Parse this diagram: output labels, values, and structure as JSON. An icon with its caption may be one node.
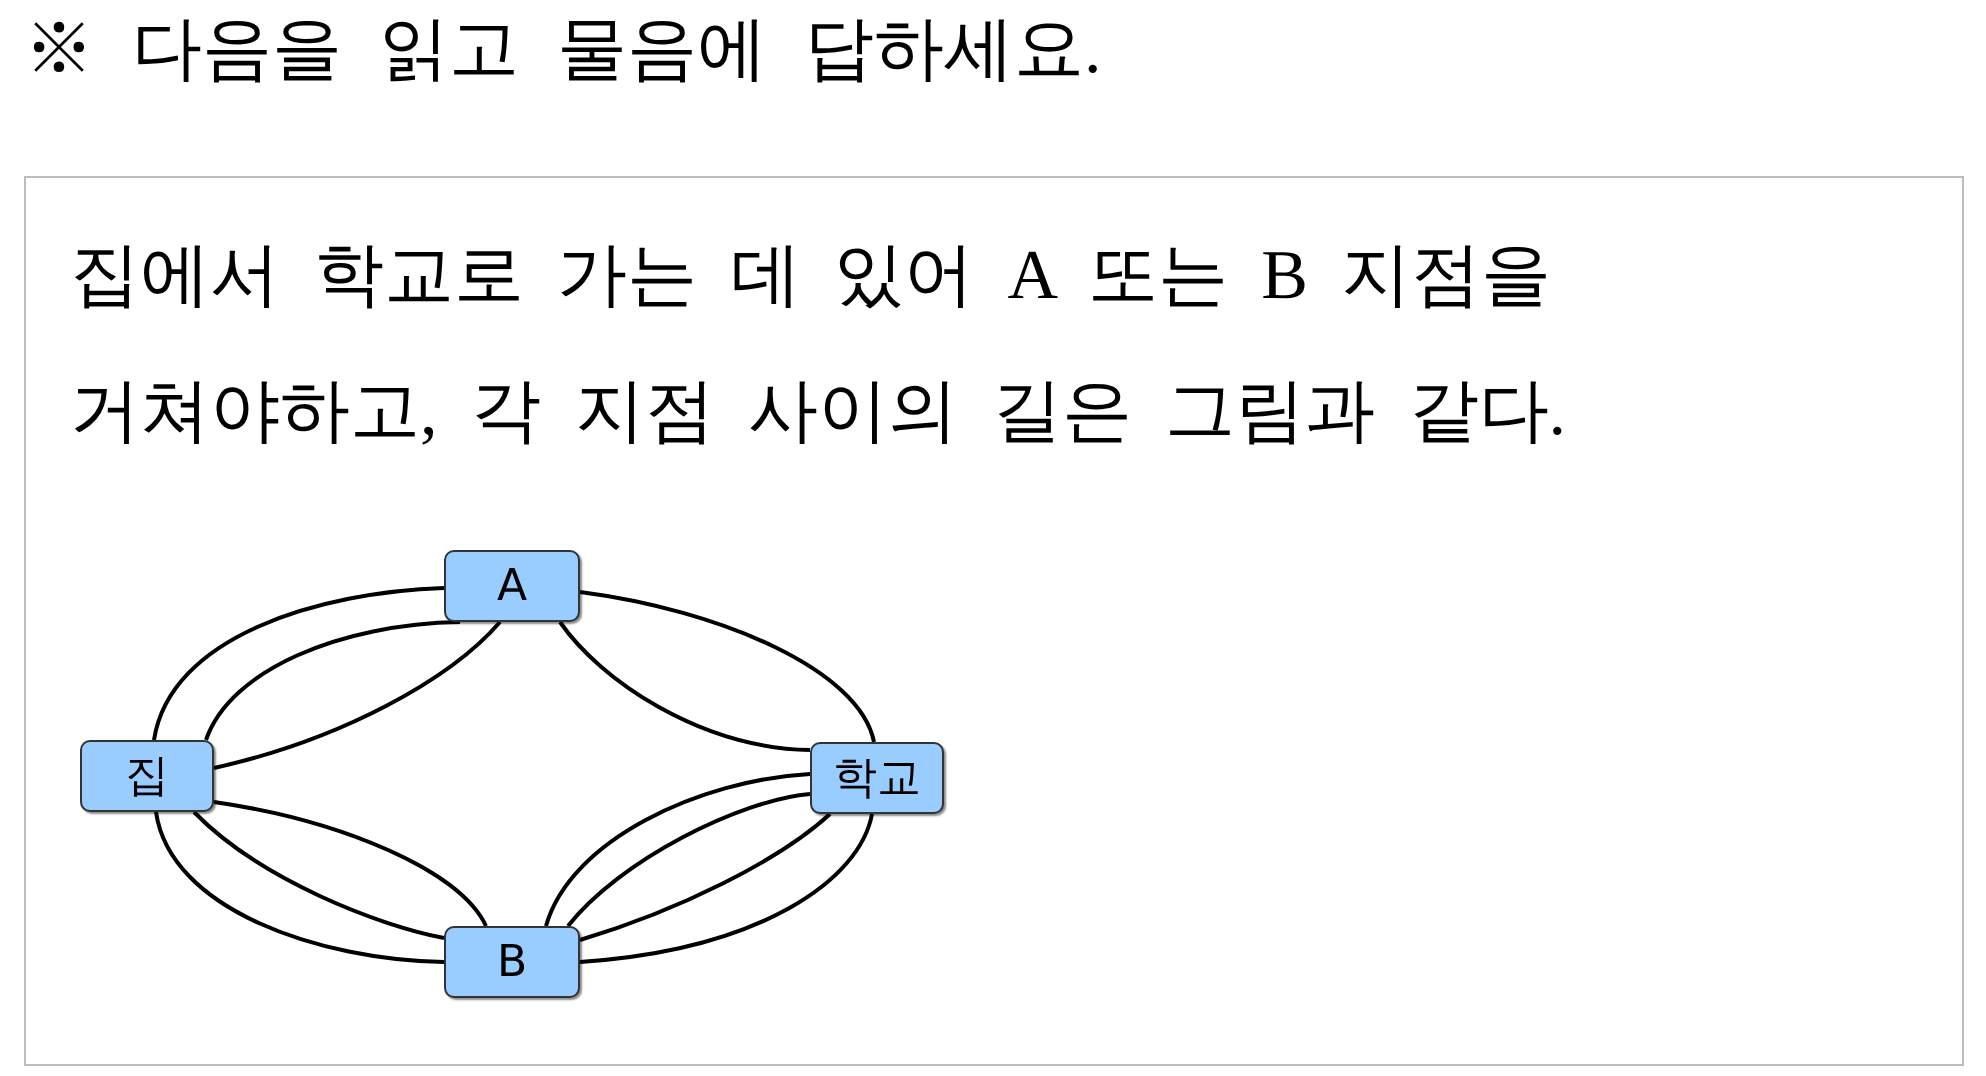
{
  "diagram": {
    "title": "※ 다음을 읽고 물음에 답하세요.",
    "nodes": [
      {
        "text": [
          "집에서 학교로 가는 데 있어 A 또는 B 지점을 거쳐야하고, 각 지점 사이의 길은 그림과 같다."
        ]
      },
      {
        "text": [
          "A"
        ],
        "in": 0
      },
      {
        "text": [
          "집"
        ],
        "in": 0
      },
      {
        "text": [
          "학교"
        ],
        "in": 0
      },
      {
        "text": [
          "B"
        ],
        "in": 0
      }
    ],
    "edges": [
      {
        "from": 2,
        "to": 1,
        "arrow": "none"
      },
      {
        "from": 2,
        "to": 1,
        "arrow": "none"
      },
      {
        "from": 2,
        "to": 1,
        "arrow": "none"
      },
      {
        "from": 1,
        "to": 3,
        "arrow": "none"
      },
      {
        "from": 1,
        "to": 3,
        "arrow": "none"
      },
      {
        "from": 2,
        "to": 4,
        "arrow": "none"
      },
      {
        "from": 2,
        "to": 4,
        "arrow": "none"
      },
      {
        "from": 2,
        "to": 4,
        "arrow": "none"
      },
      {
        "from": 4,
        "to": 3,
        "arrow": "none"
      },
      {
        "from": 4,
        "to": 3,
        "arrow": "none"
      },
      {
        "from": 4,
        "to": 3,
        "arrow": "none"
      },
      {
        "from": 4,
        "to": 3,
        "arrow": "none"
      }
    ]
  }
}
